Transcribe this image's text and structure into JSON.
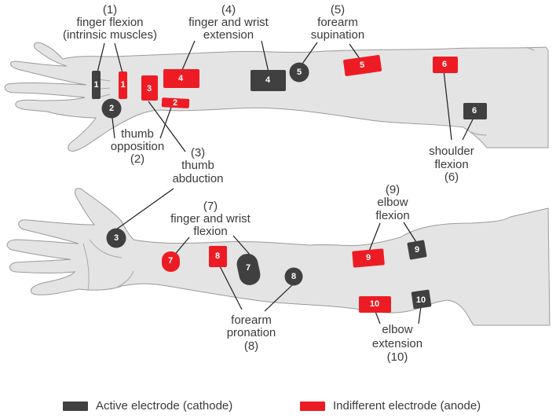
{
  "colors": {
    "active": "#404040",
    "indifferent": "#ed1c24",
    "skin": "#e4e4e4"
  },
  "labels": {
    "l1": [
      "(1)",
      "finger flexion",
      "(intrinsic muscles)"
    ],
    "l2": [
      "thumb",
      "opposition",
      "(2)"
    ],
    "l3": [
      "(3)",
      "thumb",
      "abduction"
    ],
    "l4": [
      "(4)",
      "finger and wrist",
      "extension"
    ],
    "l5": [
      "(5)",
      "forearm",
      "supination"
    ],
    "l6": [
      "shoulder",
      "flexion",
      "(6)"
    ],
    "l7": [
      "(7)",
      "finger and wrist",
      "flexion"
    ],
    "l8": [
      "forearm",
      "pronation",
      "(8)"
    ],
    "l9": [
      "(9)",
      "elbow",
      "flexion"
    ],
    "l10": [
      "elbow",
      "extension",
      "(10)"
    ]
  },
  "electrodes": {
    "e1a": "1",
    "e1i": "1",
    "e2a": "2",
    "e2i": "2",
    "e3a": "3",
    "e3i": "3",
    "e4a": "4",
    "e4i": "4",
    "e5a": "5",
    "e5i": "5",
    "e6a": "6",
    "e6i": "6",
    "e7a": "7",
    "e7i": "7",
    "e8a": "8",
    "e8i": "8",
    "e9a": "9",
    "e9i": "9",
    "e10a": "10",
    "e10i": "10"
  },
  "legend": {
    "active": "Active electrode (cathode)",
    "indifferent": "Indifferent electrode (anode)"
  }
}
